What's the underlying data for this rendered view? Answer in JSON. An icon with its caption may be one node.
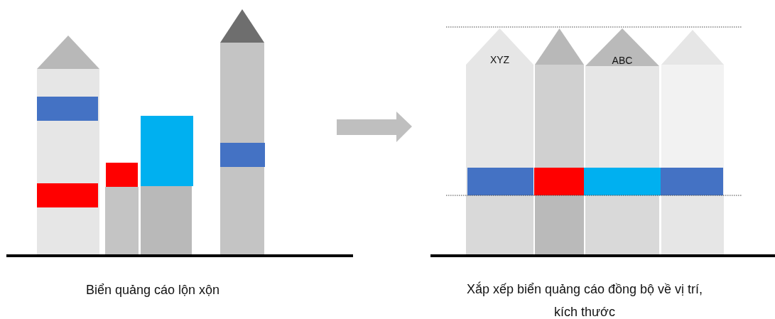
{
  "diagram": {
    "nodes": [
      {
        "text": [],
        "shape": "building"
      },
      {
        "text": [],
        "shape": "building"
      },
      {
        "text": [],
        "shape": "building"
      },
      {
        "text": [],
        "shape": "building"
      },
      {
        "text": [
          "XYZ"
        ]
      },
      {
        "text": [],
        "shape": "building"
      },
      {
        "text": [
          "ABC"
        ]
      },
      {
        "text": [],
        "shape": "building"
      }
    ],
    "labels": [
      "Biển quảng cáo lộn xộn",
      "Xắp xếp biển quảng cáo đồng bộ về vị trí, kích thước"
    ]
  }
}
